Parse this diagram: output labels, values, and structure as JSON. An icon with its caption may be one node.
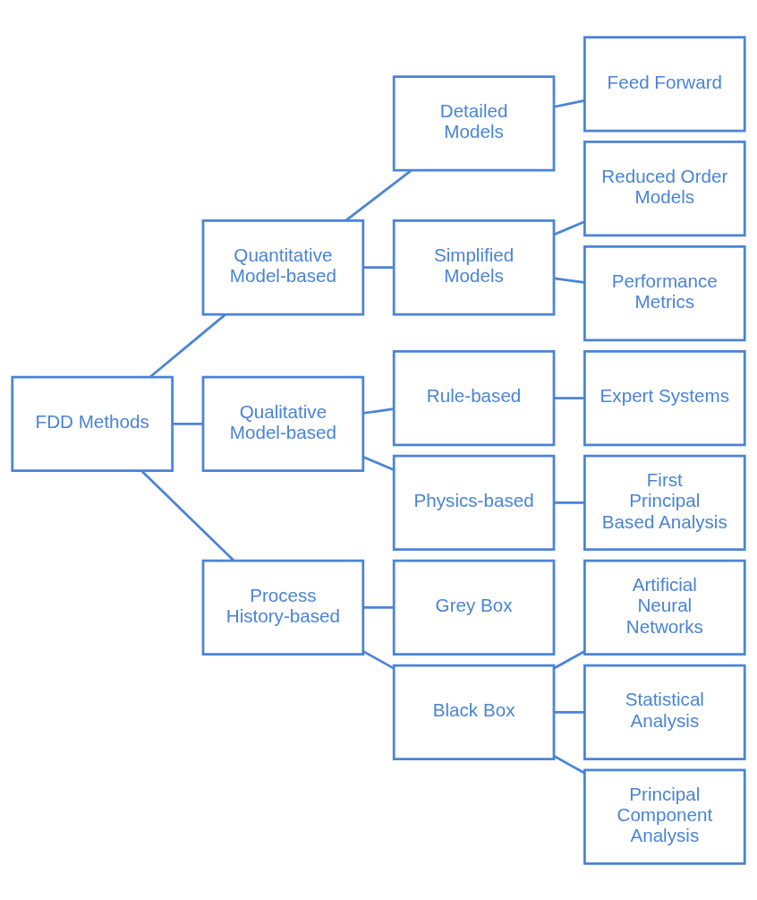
{
  "diagram": {
    "nodes": [
      {
        "text": [
          "FDD Methods"
        ]
      },
      {
        "text": [
          "Quantitative Model-based"
        ]
      },
      {
        "text": [
          "Qualitative Model-based"
        ]
      },
      {
        "text": [
          "Process History-based"
        ]
      },
      {
        "text": [
          "Detailed Models"
        ]
      },
      {
        "text": [
          "Simplified Models"
        ]
      },
      {
        "text": [
          "Rule-based"
        ]
      },
      {
        "text": [
          "Physics-based"
        ]
      },
      {
        "text": [
          "Grey Box"
        ]
      },
      {
        "text": [
          "Black Box"
        ]
      },
      {
        "text": [
          "Feed Forward"
        ]
      },
      {
        "text": [
          "Reduced Order Models"
        ]
      },
      {
        "text": [
          "Performance Metrics"
        ]
      },
      {
        "text": [
          "Expert Systems"
        ]
      },
      {
        "text": [
          "First Principal Based Analysis"
        ]
      },
      {
        "text": [
          "Artificial Neural Networks"
        ]
      },
      {
        "text": [
          "Statistical Analysis"
        ]
      },
      {
        "text": [
          "Principal Component Analysis"
        ]
      }
    ],
    "edges": [
      {
        "from": 0,
        "to": 1,
        "arrow": "none"
      },
      {
        "from": 0,
        "to": 2,
        "arrow": "none"
      },
      {
        "from": 0,
        "to": 3,
        "arrow": "none"
      },
      {
        "from": 1,
        "to": 4,
        "arrow": "none"
      },
      {
        "from": 1,
        "to": 5,
        "arrow": "none"
      },
      {
        "from": 2,
        "to": 6,
        "arrow": "none"
      },
      {
        "from": 2,
        "to": 7,
        "arrow": "none"
      },
      {
        "from": 3,
        "to": 8,
        "arrow": "none"
      },
      {
        "from": 3,
        "to": 9,
        "arrow": "none"
      },
      {
        "from": 4,
        "to": 10,
        "arrow": "none"
      },
      {
        "from": 5,
        "to": 11,
        "arrow": "none"
      },
      {
        "from": 5,
        "to": 12,
        "arrow": "none"
      },
      {
        "from": 6,
        "to": 13,
        "arrow": "none"
      },
      {
        "from": 7,
        "to": 14,
        "arrow": "none"
      },
      {
        "from": 9,
        "to": 15,
        "arrow": "none"
      },
      {
        "from": 9,
        "to": 16,
        "arrow": "none"
      },
      {
        "from": 9,
        "to": 17,
        "arrow": "none"
      }
    ]
  }
}
